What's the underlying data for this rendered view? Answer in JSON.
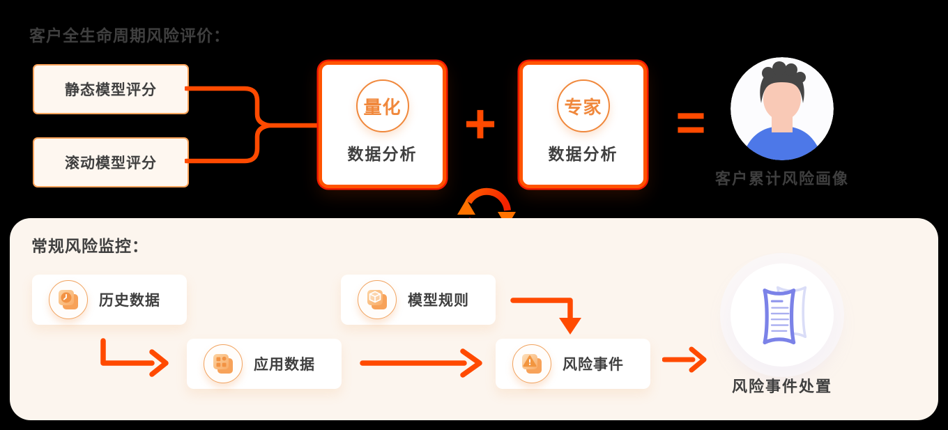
{
  "top": {
    "title": "客户全生命周期风险评价：",
    "input_boxes": [
      {
        "label": "静态模型评分"
      },
      {
        "label": "滚动模型评分"
      }
    ],
    "analysis": [
      {
        "badge": "量化",
        "label": "数据分析"
      },
      {
        "badge": "专家",
        "label": "数据分析"
      }
    ],
    "plus": "+",
    "equals": "=",
    "result_label": "客户累计风险画像"
  },
  "monitor": {
    "title": "常规风险监控：",
    "cards": [
      {
        "label": "历史数据",
        "icon": "clock-history-icon"
      },
      {
        "label": "模型规则",
        "icon": "cube-icon"
      },
      {
        "label": "应用数据",
        "icon": "apps-grid-icon"
      },
      {
        "label": "风险事件",
        "icon": "warning-icon"
      }
    ],
    "result_label": "风险事件处置",
    "result_icon": "document-scroll-icon"
  },
  "colors": {
    "arrow": "#FF4A00",
    "box_border_outer": "#F21A00",
    "box_border_inner": "#FF5400",
    "soft_box_border": "#FFA45B",
    "soft_box_bg": "#FEF7F0",
    "panel_bg": "#FCF5EE",
    "accent_orange": "#F0883C",
    "text_dark": "#3F3F3F",
    "shirt_blue": "#4D78E8",
    "doc_purple": "#7B82E8"
  }
}
